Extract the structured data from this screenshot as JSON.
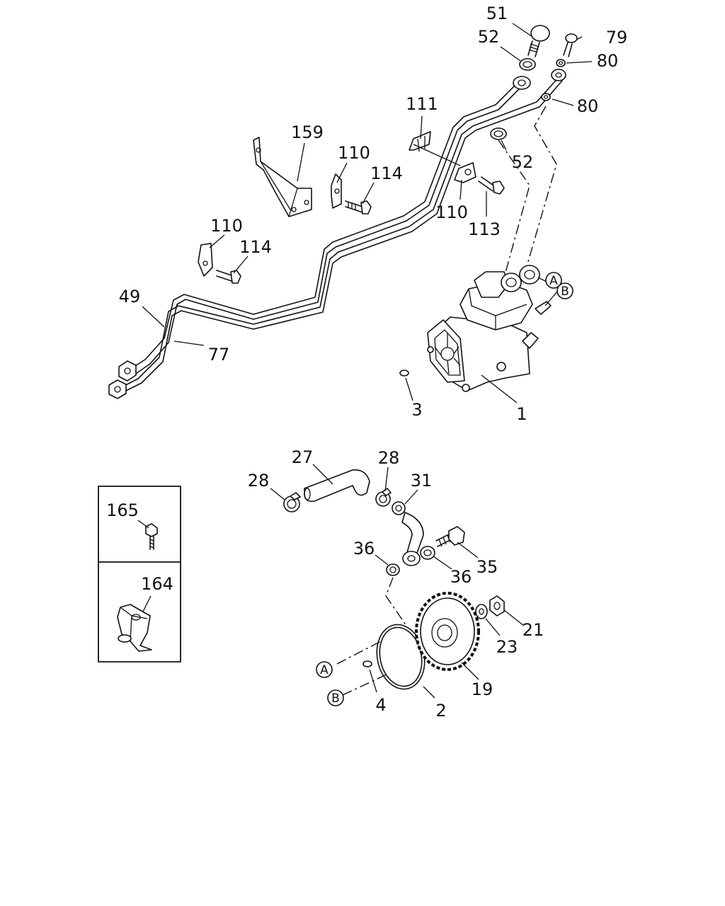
{
  "callouts": {
    "p51": "51",
    "p52a": "52",
    "p79": "79",
    "p80a": "80",
    "p80b": "80",
    "p52b": "52",
    "p111": "111",
    "p159": "159",
    "p110a": "110",
    "p114a": "114",
    "p110b": "110",
    "p113": "113",
    "p110c": "110",
    "p114b": "114",
    "p49": "49",
    "p77": "77",
    "p1": "1",
    "p3": "3",
    "p27": "27",
    "p28a": "28",
    "p28b": "28",
    "p31": "31",
    "p35": "35",
    "p36a": "36",
    "p36b": "36",
    "p21": "21",
    "p23": "23",
    "p19": "19",
    "p2": "2",
    "p4": "4",
    "p165": "165",
    "p164": "164"
  },
  "refs": {
    "A": "A",
    "B": "B"
  }
}
